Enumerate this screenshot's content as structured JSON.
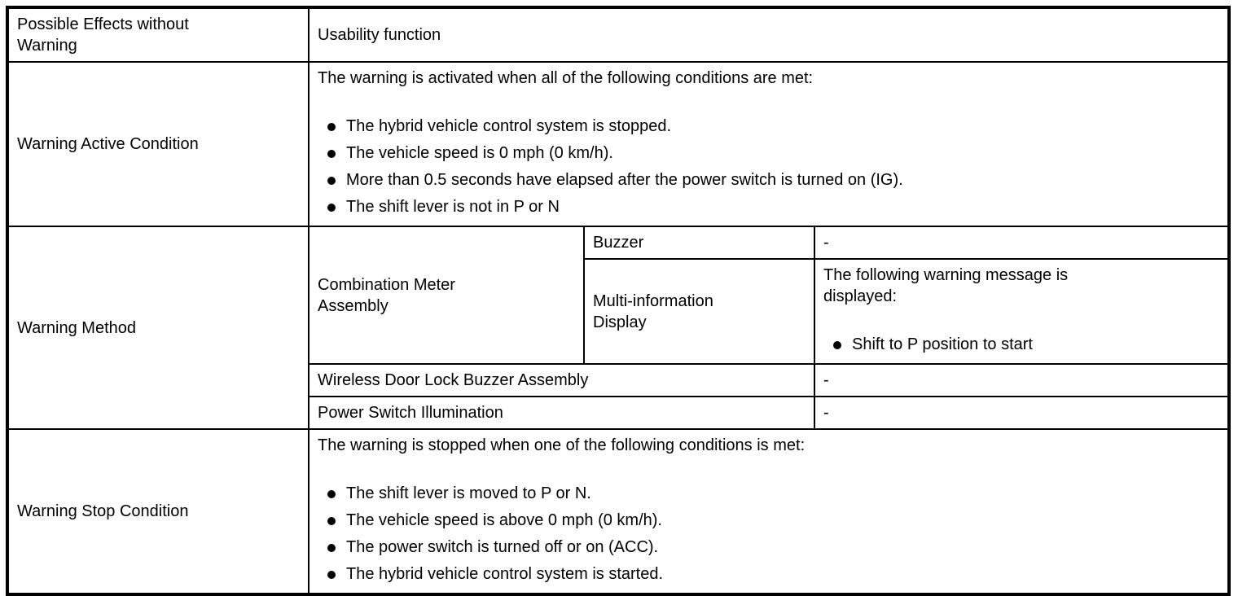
{
  "document": {
    "rows": {
      "possible_effects": {
        "label": "Possible Effects without Warning",
        "value": "Usability function"
      },
      "warning_active": {
        "label": "Warning Active Condition",
        "intro": "The warning is activated when all of the following conditions are met:",
        "bullets": [
          "The hybrid vehicle control system is stopped.",
          "The vehicle speed is 0 mph (0 km/h).",
          "More than 0.5 seconds have elapsed after the power switch is turned on (IG).",
          "The shift lever is not in P or N"
        ]
      },
      "warning_method": {
        "label": "Warning Method",
        "combination_meter": {
          "label": "Combination Meter Assembly",
          "buzzer": {
            "label": "Buzzer",
            "value": "-"
          },
          "multi_information_display": {
            "label": "Multi-information Display",
            "intro": "The following warning message is displayed:",
            "bullets": [
              "Shift to P position to start"
            ]
          }
        },
        "wireless_door_lock": {
          "label": "Wireless Door Lock Buzzer Assembly",
          "value": "-"
        },
        "power_switch_illumination": {
          "label": "Power Switch Illumination",
          "value": "-"
        }
      },
      "warning_stop": {
        "label": "Warning Stop Condition",
        "intro": "The warning is stopped when one of the following conditions is met:",
        "bullets": [
          "The shift lever is moved to P or N.",
          "The vehicle speed is above 0 mph (0 km/h).",
          "The power switch is turned off or on (ACC).",
          "The hybrid vehicle control system is started."
        ]
      }
    },
    "colors": {
      "border": "#000000",
      "text": "#000000",
      "background": "#ffffff"
    }
  }
}
